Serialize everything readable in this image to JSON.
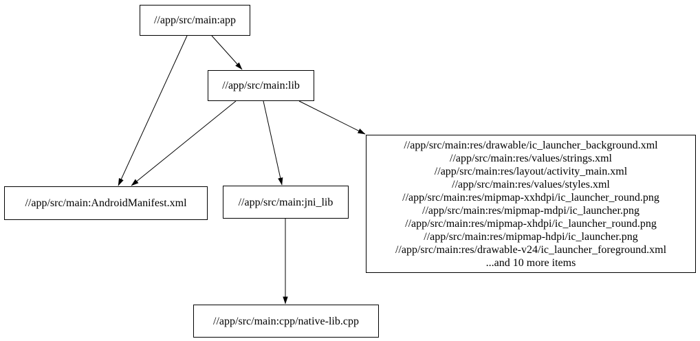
{
  "diagram": {
    "type": "dependency-graph",
    "background_color": "#ffffff",
    "node_border_color": "#000000",
    "text_color": "#000000",
    "edge_color": "#000000",
    "nodes": {
      "app": {
        "label": "//app/src/main:app"
      },
      "lib": {
        "label": "//app/src/main:lib"
      },
      "manifest": {
        "label": "//app/src/main:AndroidManifest.xml"
      },
      "jni_lib": {
        "label": "//app/src/main:jni_lib"
      },
      "res_group": {
        "lines": [
          "//app/src/main:res/drawable/ic_launcher_background.xml",
          "//app/src/main:res/values/strings.xml",
          "//app/src/main:res/layout/activity_main.xml",
          "//app/src/main:res/values/styles.xml",
          "//app/src/main:res/mipmap-xxhdpi/ic_launcher_round.png",
          "//app/src/main:res/mipmap-mdpi/ic_launcher.png",
          "//app/src/main:res/mipmap-xhdpi/ic_launcher_round.png",
          "//app/src/main:res/mipmap-hdpi/ic_launcher.png",
          "//app/src/main:res/drawable-v24/ic_launcher_foreground.xml",
          "...and 10 more items"
        ]
      },
      "native_cpp": {
        "label": "//app/src/main:cpp/native-lib.cpp"
      }
    },
    "edges": [
      {
        "from": "app",
        "to": "lib"
      },
      {
        "from": "app",
        "to": "manifest"
      },
      {
        "from": "lib",
        "to": "manifest"
      },
      {
        "from": "lib",
        "to": "jni_lib"
      },
      {
        "from": "lib",
        "to": "res_group"
      },
      {
        "from": "jni_lib",
        "to": "native_cpp"
      }
    ]
  }
}
